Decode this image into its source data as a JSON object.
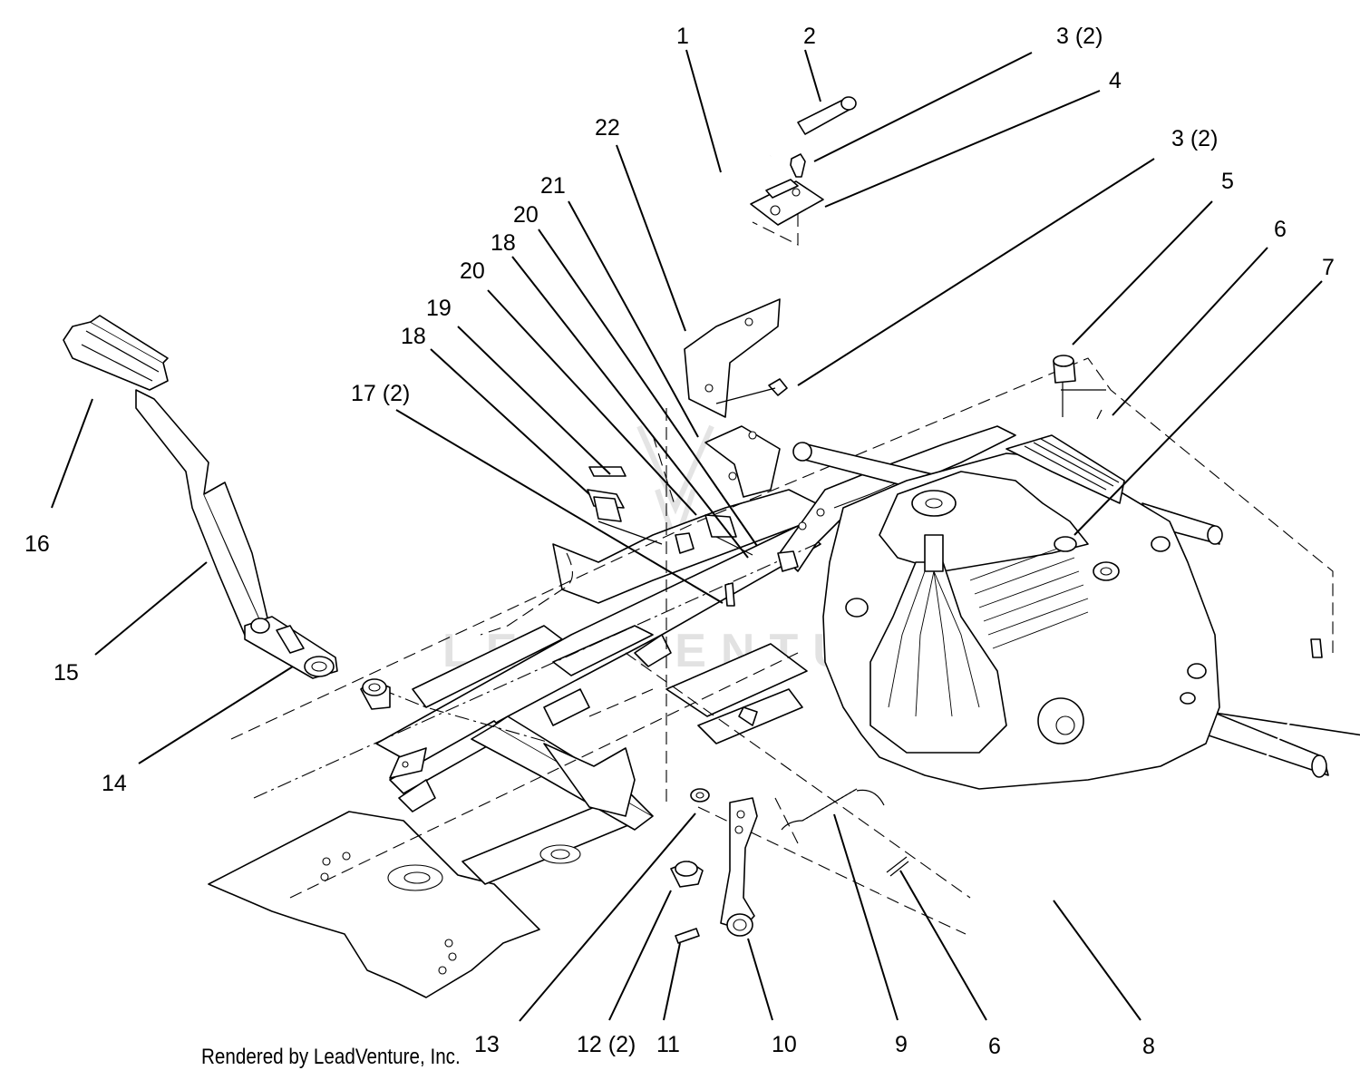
{
  "callouts": [
    {
      "label": "1"
    },
    {
      "label": "2"
    },
    {
      "label": "3 (2)"
    },
    {
      "label": "4"
    },
    {
      "label": "3 (2)"
    },
    {
      "label": "5"
    },
    {
      "label": "6"
    },
    {
      "label": "7"
    },
    {
      "label": "22"
    },
    {
      "label": "21"
    },
    {
      "label": "20"
    },
    {
      "label": "18"
    },
    {
      "label": "20"
    },
    {
      "label": "19"
    },
    {
      "label": "18"
    },
    {
      "label": "17 (2)"
    },
    {
      "label": "16"
    },
    {
      "label": "15"
    },
    {
      "label": "14"
    },
    {
      "label": "13"
    },
    {
      "label": "12 (2)"
    },
    {
      "label": "11"
    },
    {
      "label": "10"
    },
    {
      "label": "9"
    },
    {
      "label": "6"
    },
    {
      "label": "8"
    }
  ],
  "watermark": "LEADVENTURE",
  "footer": {
    "credit": "Rendered by LeadVenture, Inc."
  }
}
